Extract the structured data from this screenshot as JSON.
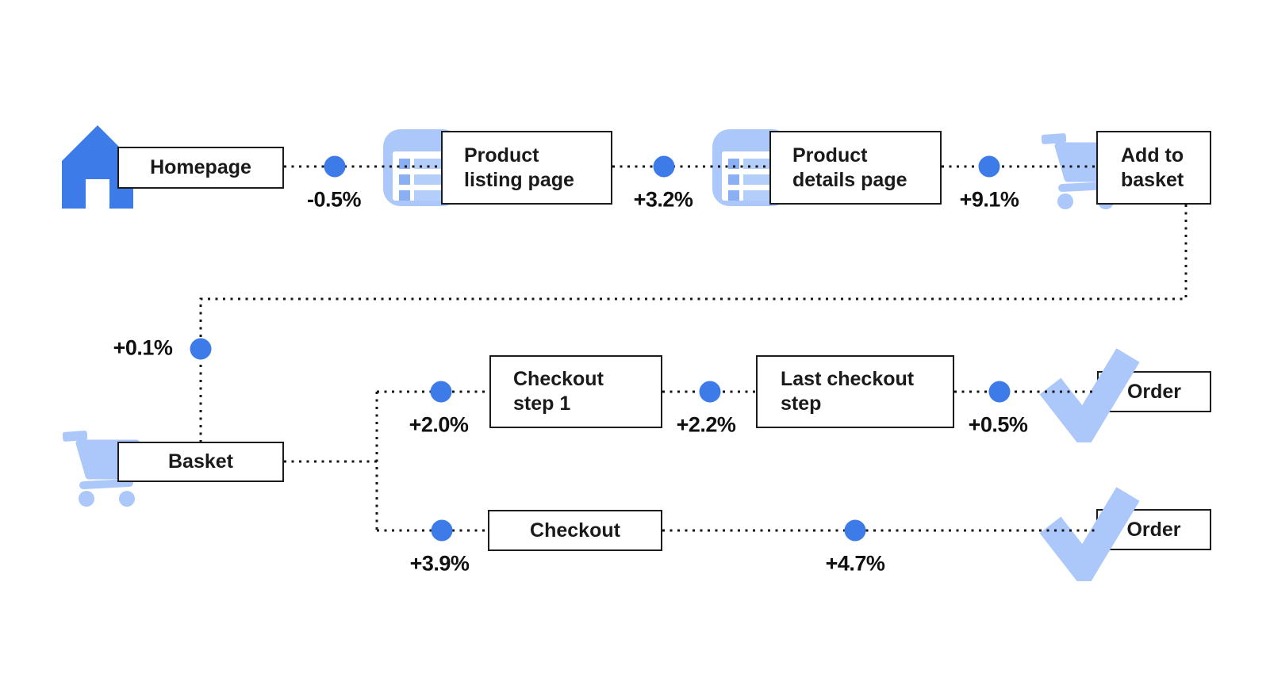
{
  "colors": {
    "accent_blue": "#3D7CE8",
    "light_blue": "#ACC8FA",
    "list_square_blue": "#8AAFF2",
    "list_bar_blue": "#B4CEFA",
    "connector_black": "#161616"
  },
  "nodes": {
    "homepage": {
      "label": "Homepage"
    },
    "product_listing_page": {
      "label": "Product\nlisting page"
    },
    "product_details_page": {
      "label": "Product\ndetails page"
    },
    "add_to_basket": {
      "label": "Add to\nbasket"
    },
    "basket": {
      "label": "Basket"
    },
    "checkout_step_1": {
      "label": "Checkout\nstep 1"
    },
    "last_checkout_step": {
      "label": "Last checkout\nstep"
    },
    "order_main": {
      "label": "Order"
    },
    "checkout_express": {
      "label": "Checkout"
    },
    "order_express": {
      "label": "Order"
    }
  },
  "edges": [
    {
      "from": "Homepage",
      "to": "Product listing page",
      "delta": "-0.5%"
    },
    {
      "from": "Product listing page",
      "to": "Product details page",
      "delta": "+3.2%"
    },
    {
      "from": "Product details page",
      "to": "Add to basket",
      "delta": "+9.1%"
    },
    {
      "from": "Add to basket",
      "to": "Basket",
      "delta": "+0.1%"
    },
    {
      "from": "Basket",
      "to": "Checkout step 1",
      "delta": "+2.0%"
    },
    {
      "from": "Checkout step 1",
      "to": "Last checkout step",
      "delta": "+2.2%"
    },
    {
      "from": "Last checkout step",
      "to": "Order",
      "delta": "+0.5%"
    },
    {
      "from": "Basket",
      "to": "Checkout",
      "delta": "+3.9%"
    },
    {
      "from": "Checkout",
      "to": "Order",
      "delta": "+4.7%"
    }
  ],
  "icons": {
    "home": "home-icon",
    "product_listing": "list-page-icon",
    "product_details": "list-page-icon",
    "add_to_basket": "shopping-cart-icon",
    "basket": "shopping-cart-icon",
    "order": "checkmark-icon"
  }
}
